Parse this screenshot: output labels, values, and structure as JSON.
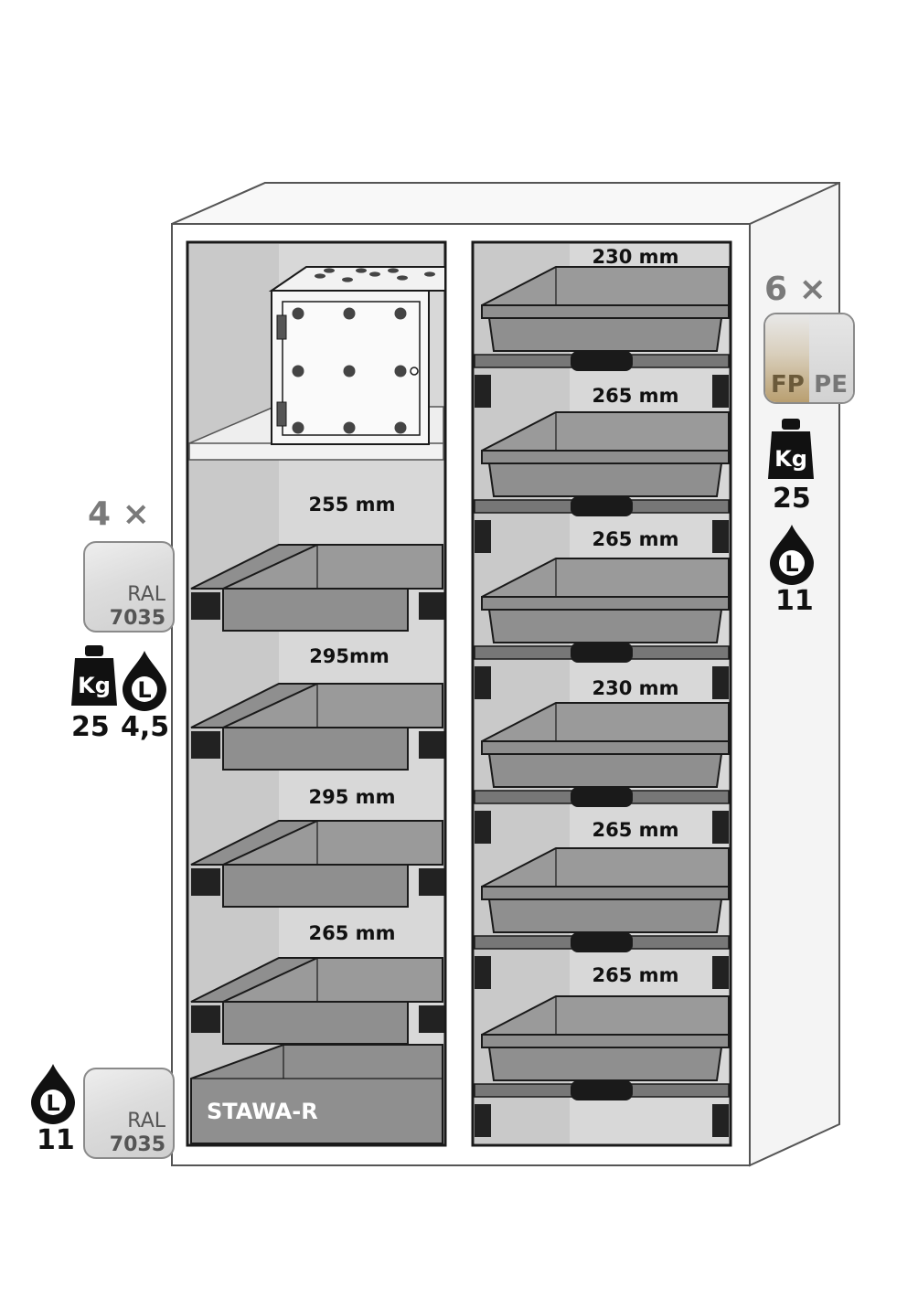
{
  "left_column": {
    "shelf_count": "4 ×",
    "ral_word": "RAL",
    "ral_code": "7035",
    "weight_icon_text": "Kg",
    "weight_value": "25",
    "liquid_icon_text": "L",
    "liquid_value": "4,5",
    "heights": [
      "255 mm",
      "295mm",
      "295 mm",
      "265 mm"
    ],
    "bottom_sump_label": "STAWA-R"
  },
  "bottom_left": {
    "liquid_icon_text": "L",
    "liquid_value": "11",
    "ral_word": "RAL",
    "ral_code": "7035"
  },
  "right_column": {
    "tray_count": "6 ×",
    "material_fp": "FP",
    "material_pe": "PE",
    "weight_icon_text": "Kg",
    "weight_value": "25",
    "liquid_icon_text": "L",
    "liquid_value": "11",
    "heights": [
      "230 mm",
      "265 mm",
      "265 mm",
      "230 mm",
      "265 mm",
      "265 mm"
    ]
  },
  "colors": {
    "tray_grey": "#8f8f8f",
    "interior_light": "#d6d6d6",
    "outline": "#1a1a1a"
  },
  "icons": [
    "weight-icon",
    "liquid-drop-icon",
    "ral-color-swatch",
    "material-swatch"
  ]
}
